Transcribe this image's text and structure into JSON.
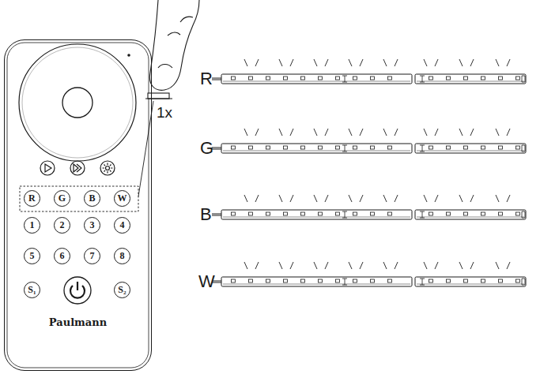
{
  "diagram": {
    "nodes": [
      {
        "text": [
          "Paulmann"
        ]
      },
      {
        "text": [
          "R"
        ],
        "in": 0
      },
      {
        "text": [
          "G"
        ],
        "in": 0
      },
      {
        "text": [
          "B"
        ],
        "in": 0
      },
      {
        "text": [
          "W"
        ],
        "in": 0
      },
      {
        "text": [
          "1"
        ],
        "in": 0
      },
      {
        "text": [
          "2"
        ],
        "in": 0
      },
      {
        "text": [
          "3"
        ],
        "in": 0
      },
      {
        "text": [
          "4"
        ],
        "in": 0
      },
      {
        "text": [
          "5"
        ],
        "in": 0
      },
      {
        "text": [
          "6"
        ],
        "in": 0
      },
      {
        "text": [
          "7"
        ],
        "in": 0
      },
      {
        "text": [
          "8"
        ],
        "in": 0
      },
      {
        "text": [
          "S₁"
        ],
        "in": 0
      },
      {
        "text": [
          "S₂"
        ],
        "in": 0
      }
    ],
    "labels": [
      "1x",
      "R",
      "G",
      "B",
      "W"
    ]
  }
}
